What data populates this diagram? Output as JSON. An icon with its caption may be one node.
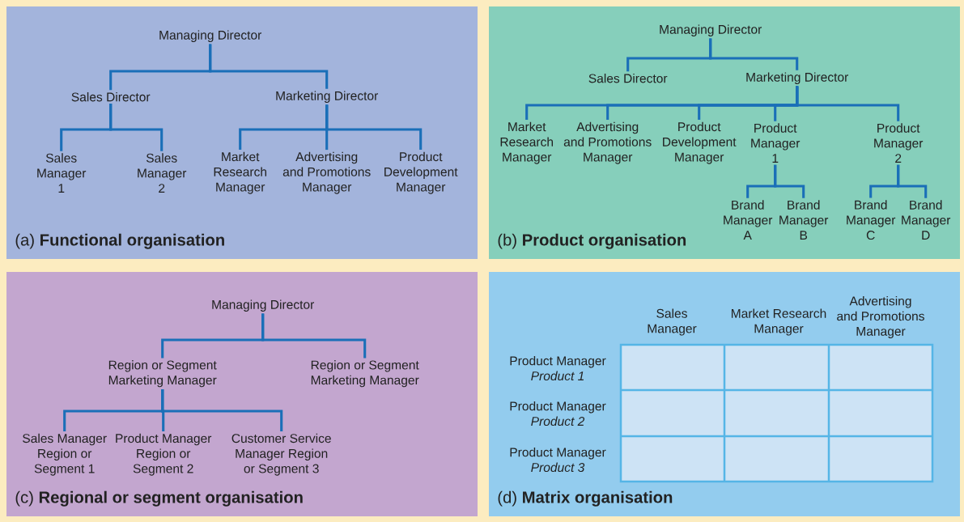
{
  "diagram": {
    "nodes": [
      {
        "text": [
          "(a) **Functional organisation**"
        ]
      },
      {
        "text": [
          "Managing Director"
        ],
        "in": 0
      },
      {
        "text": [
          "Sales Director"
        ],
        "in": 0
      },
      {
        "text": [
          "Marketing Director"
        ],
        "in": 0
      },
      {
        "text": [
          "Sales Manager 1"
        ],
        "in": 0
      },
      {
        "text": [
          "Sales Manager 2"
        ],
        "in": 0
      },
      {
        "text": [
          "Market Research Manager"
        ],
        "in": 0
      },
      {
        "text": [
          "Advertising and Promotions Manager"
        ],
        "in": 0
      },
      {
        "text": [
          "Product Development Manager"
        ],
        "in": 0
      },
      {
        "text": [
          "(b) **Product organisation**"
        ]
      },
      {
        "text": [
          "Managing Director"
        ],
        "in": 9
      },
      {
        "text": [
          "Sales Director"
        ],
        "in": 9
      },
      {
        "text": [
          "Marketing Director"
        ],
        "in": 9
      },
      {
        "text": [
          "Market Research Manager"
        ],
        "in": 9
      },
      {
        "text": [
          "Advertising and Promotions Manager"
        ],
        "in": 9
      },
      {
        "text": [
          "Product Development Manager"
        ],
        "in": 9
      },
      {
        "text": [
          "Product Manager 1"
        ],
        "in": 9
      },
      {
        "text": [
          "Product Manager 2"
        ],
        "in": 9
      },
      {
        "text": [
          "Brand Manager A"
        ],
        "in": 9
      },
      {
        "text": [
          "Brand Manager B"
        ],
        "in": 9
      },
      {
        "text": [
          "Brand Manager C"
        ],
        "in": 9
      },
      {
        "text": [
          "Brand Manager D"
        ],
        "in": 9
      },
      {
        "text": [
          "(c) **Regional or segment organisation**"
        ]
      },
      {
        "text": [
          "Managing Director"
        ],
        "in": 22
      },
      {
        "text": [
          "Region or Segment Marketing Manager"
        ],
        "in": 22
      },
      {
        "text": [
          "Region or Segment Marketing Manager"
        ],
        "in": 22
      },
      {
        "text": [
          "Sales Manager Region or Segment 1"
        ],
        "in": 22
      },
      {
        "text": [
          "Product Manager Region or Segment 2"
        ],
        "in": 22
      },
      {
        "text": [
          "Customer Service Manager Region or Segment 3"
        ],
        "in": 22
      },
      {
        "text": [
          "(d) **Matrix organisation**"
        ]
      }
    ],
    "edges": [
      {
        "from": 1,
        "to": 2,
        "arrow": "none"
      },
      {
        "from": 1,
        "to": 3,
        "arrow": "none"
      },
      {
        "from": 2,
        "to": 4,
        "arrow": "none"
      },
      {
        "from": 2,
        "to": 5,
        "arrow": "none"
      },
      {
        "from": 3,
        "to": 6,
        "arrow": "none"
      },
      {
        "from": 3,
        "to": 7,
        "arrow": "none"
      },
      {
        "from": 3,
        "to": 8,
        "arrow": "none"
      },
      {
        "from": 10,
        "to": 11,
        "arrow": "none"
      },
      {
        "from": 10,
        "to": 12,
        "arrow": "none"
      },
      {
        "from": 12,
        "to": 13,
        "arrow": "none"
      },
      {
        "from": 12,
        "to": 14,
        "arrow": "none"
      },
      {
        "from": 12,
        "to": 15,
        "arrow": "none"
      },
      {
        "from": 12,
        "to": 16,
        "arrow": "none"
      },
      {
        "from": 12,
        "to": 17,
        "arrow": "none"
      },
      {
        "from": 16,
        "to": 18,
        "arrow": "none"
      },
      {
        "from": 16,
        "to": 19,
        "arrow": "none"
      },
      {
        "from": 17,
        "to": 20,
        "arrow": "none"
      },
      {
        "from": 17,
        "to": 21,
        "arrow": "none"
      },
      {
        "from": 23,
        "to": 24,
        "arrow": "none"
      },
      {
        "from": 23,
        "to": 25,
        "arrow": "none"
      },
      {
        "from": 24,
        "to": 26,
        "arrow": "none"
      },
      {
        "from": 24,
        "to": 27,
        "arrow": "none"
      },
      {
        "from": 24,
        "to": 28,
        "arrow": "none"
      }
    ],
    "labels": [
      "Sales Manager",
      "Market Research Manager",
      "Advertising and Promotions Manager",
      "Product Manager *Product 1*",
      "Product Manager *Product 2*",
      "Product Manager *Product 3*"
    ]
  }
}
